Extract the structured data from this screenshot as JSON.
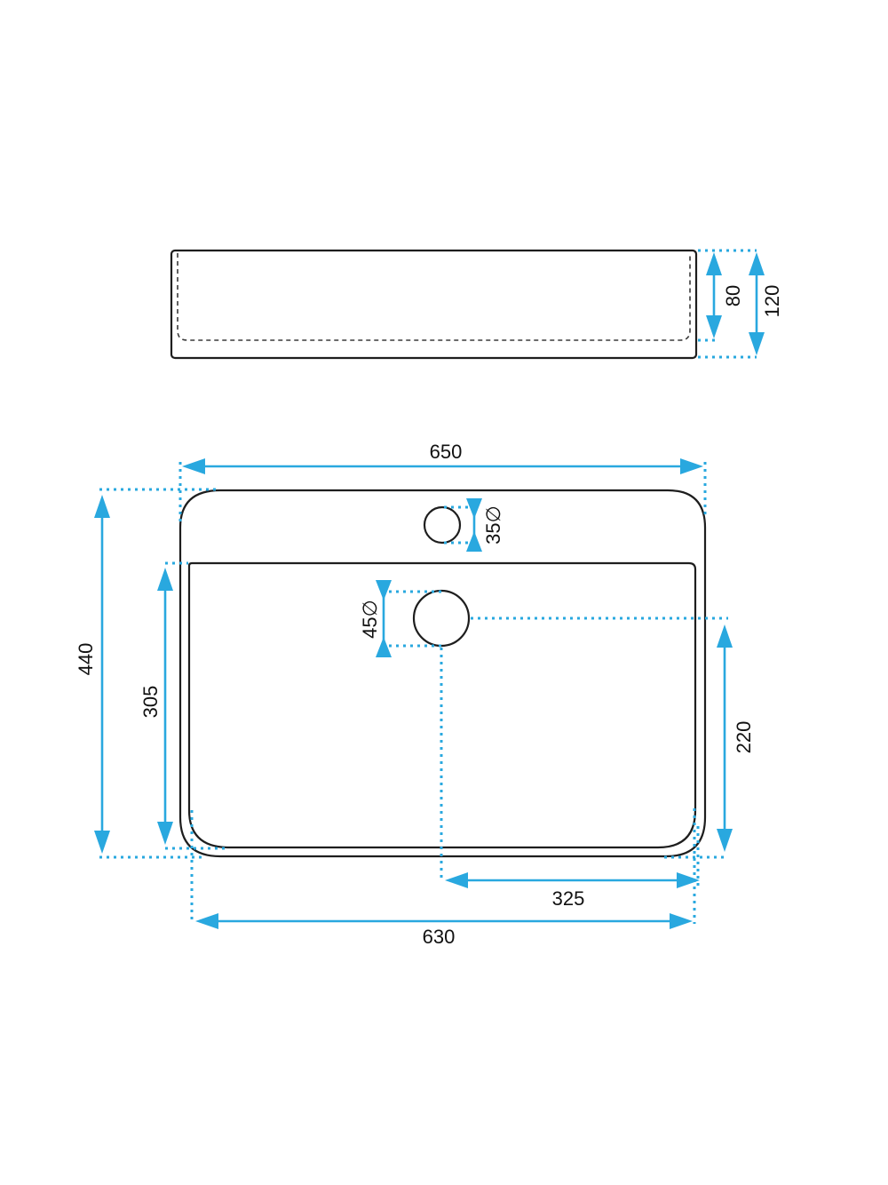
{
  "colors": {
    "dimension": "#29a8df",
    "outline": "#1e1e1e",
    "background": "#ffffff"
  },
  "side_view": {
    "inner_depth": "80",
    "total_height": "120"
  },
  "top_view": {
    "overall_width": "650",
    "overall_depth": "440",
    "bowl_depth": "305",
    "tap_hole": {
      "diameter": "35",
      "symbol": "∅"
    },
    "drain": {
      "diameter": "45",
      "symbol": "∅"
    },
    "drain_offset_front": "220",
    "drain_offset_side": "325",
    "bowl_width": "630"
  }
}
